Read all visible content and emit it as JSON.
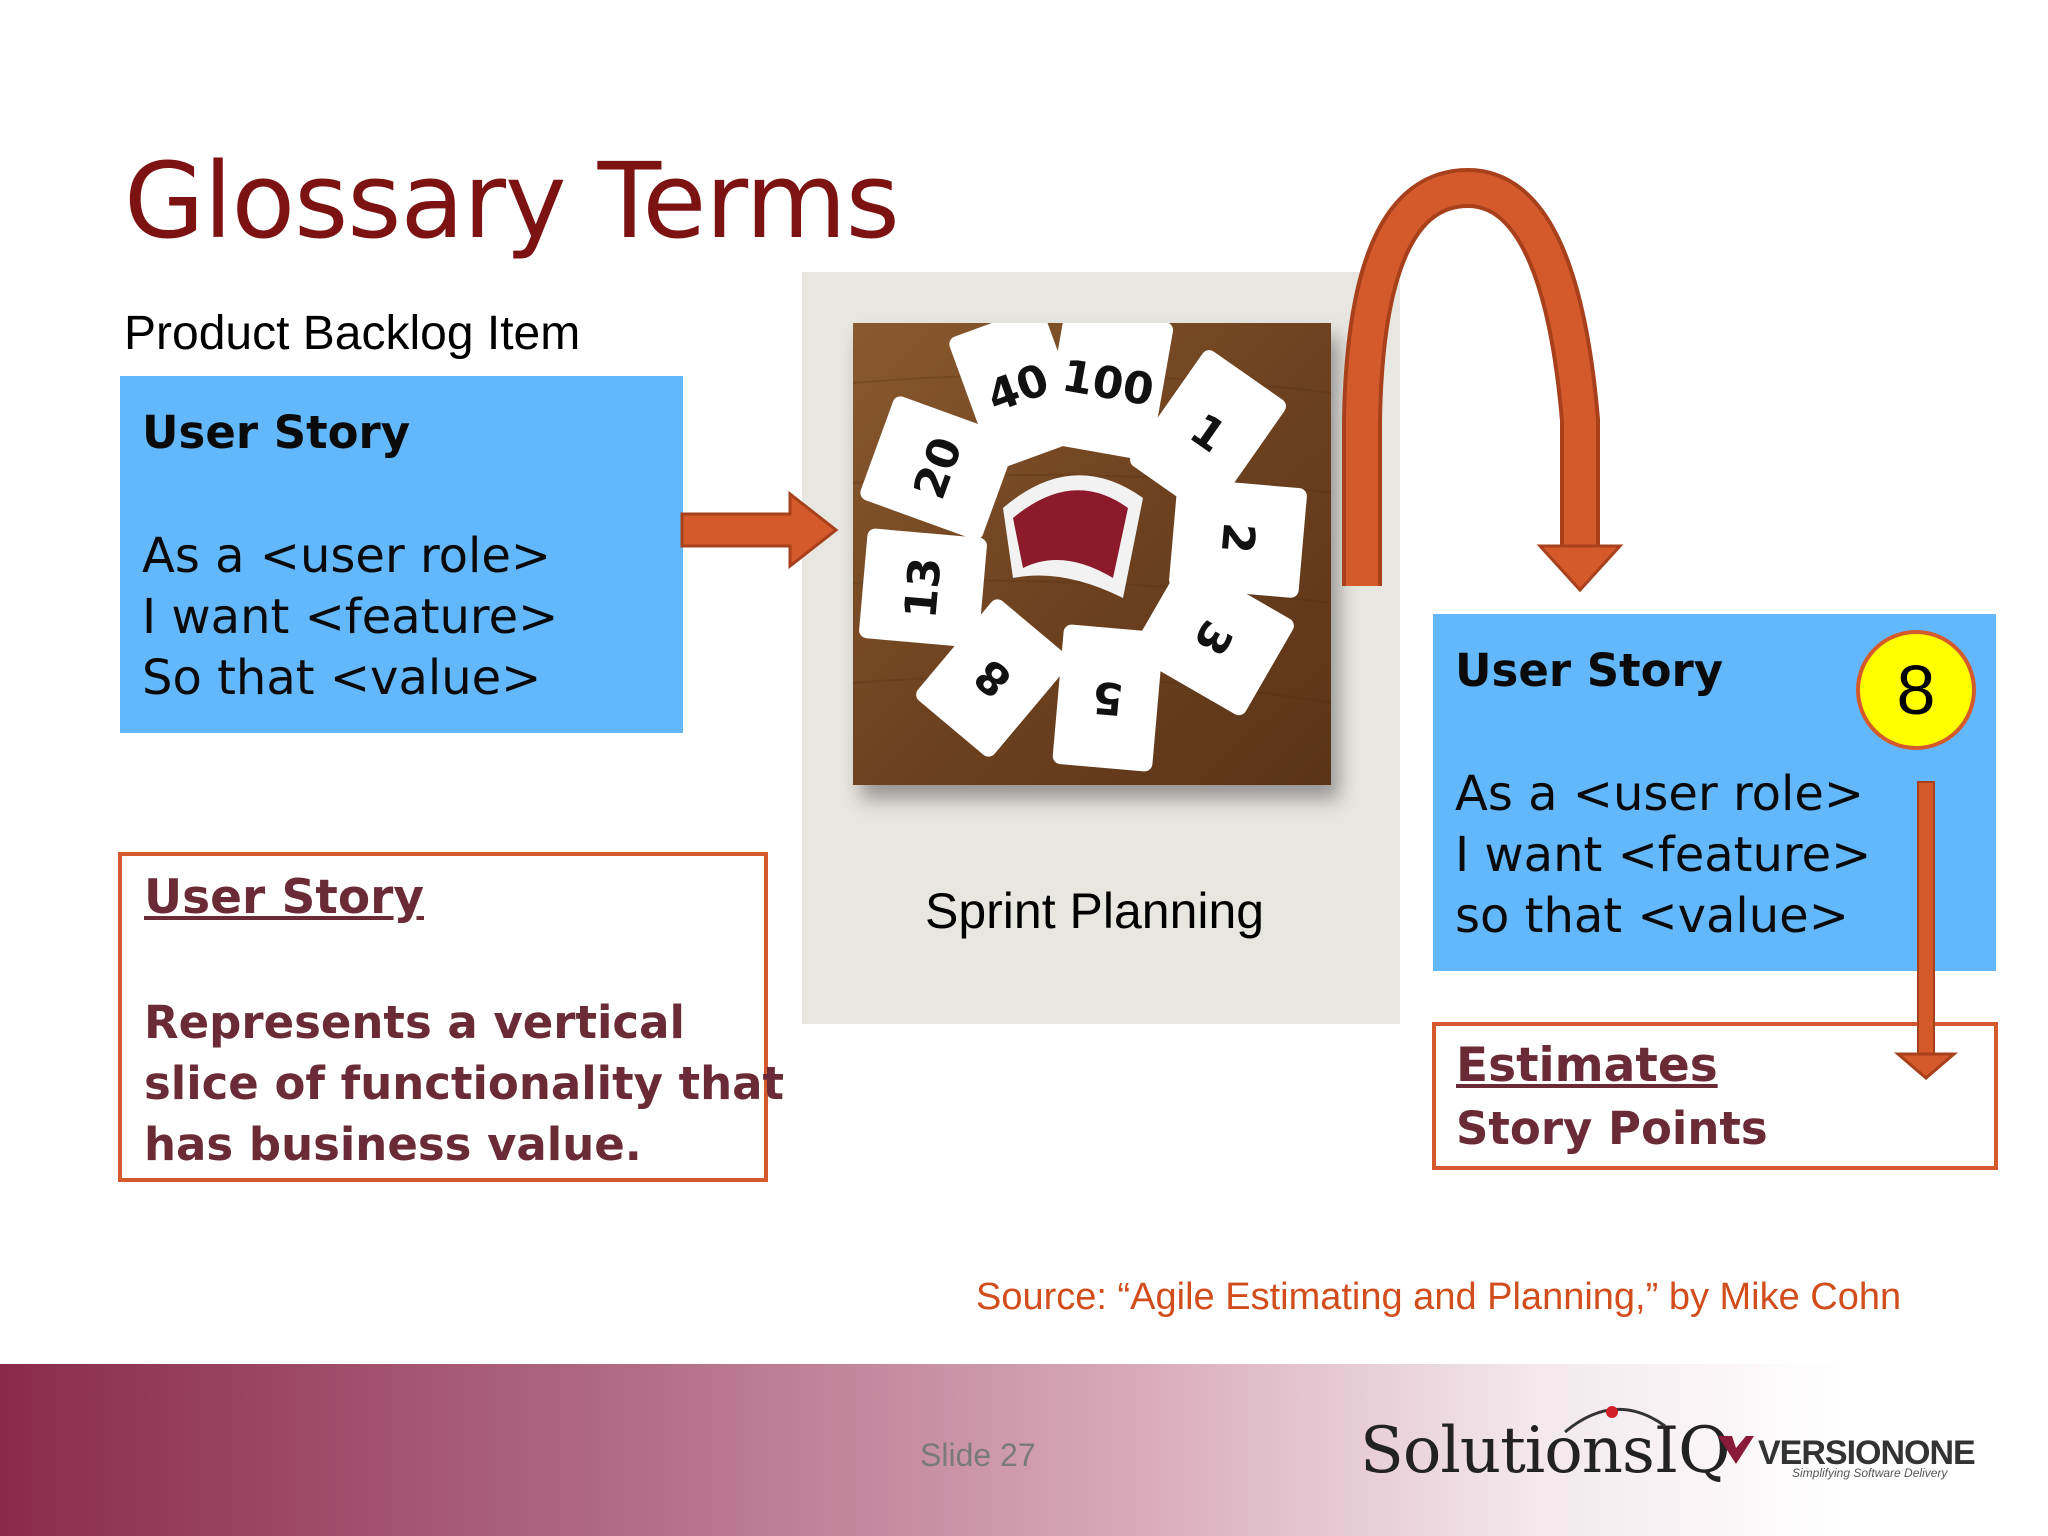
{
  "title": "Glossary Terms",
  "left": {
    "label": "Product Backlog Item",
    "story": {
      "heading": "User Story",
      "lines": [
        "As a <user role>",
        "I want <feature>",
        "So that <value>"
      ]
    },
    "definition": {
      "heading": "User Story",
      "lines": [
        "Represents a vertical",
        "slice of functionality that",
        "has business value."
      ]
    }
  },
  "center": {
    "caption": "Sprint Planning",
    "cards": [
      "40",
      "100",
      "1",
      "20",
      "2",
      "13",
      "3",
      "8",
      "5"
    ]
  },
  "right": {
    "story": {
      "heading": "User Story",
      "lines": [
        "As a <user role>",
        "I want <feature>",
        "so that <value>"
      ]
    },
    "badge": "8",
    "estimate": {
      "heading": "Estimates",
      "line": "Story Points"
    }
  },
  "source": "Source: “Agile Estimating and Planning,” by Mike Cohn",
  "footer": {
    "slide": "Slide 27",
    "logo1": "SolutionsIQ",
    "logo2": "VERSIONONE",
    "logo2_tagline": "Simplifying Software Delivery"
  },
  "colors": {
    "title": "#7d1212",
    "box_blue": "#62b8fb",
    "accent_orange": "#d45a2c",
    "badge_yellow": "#ffff00"
  }
}
